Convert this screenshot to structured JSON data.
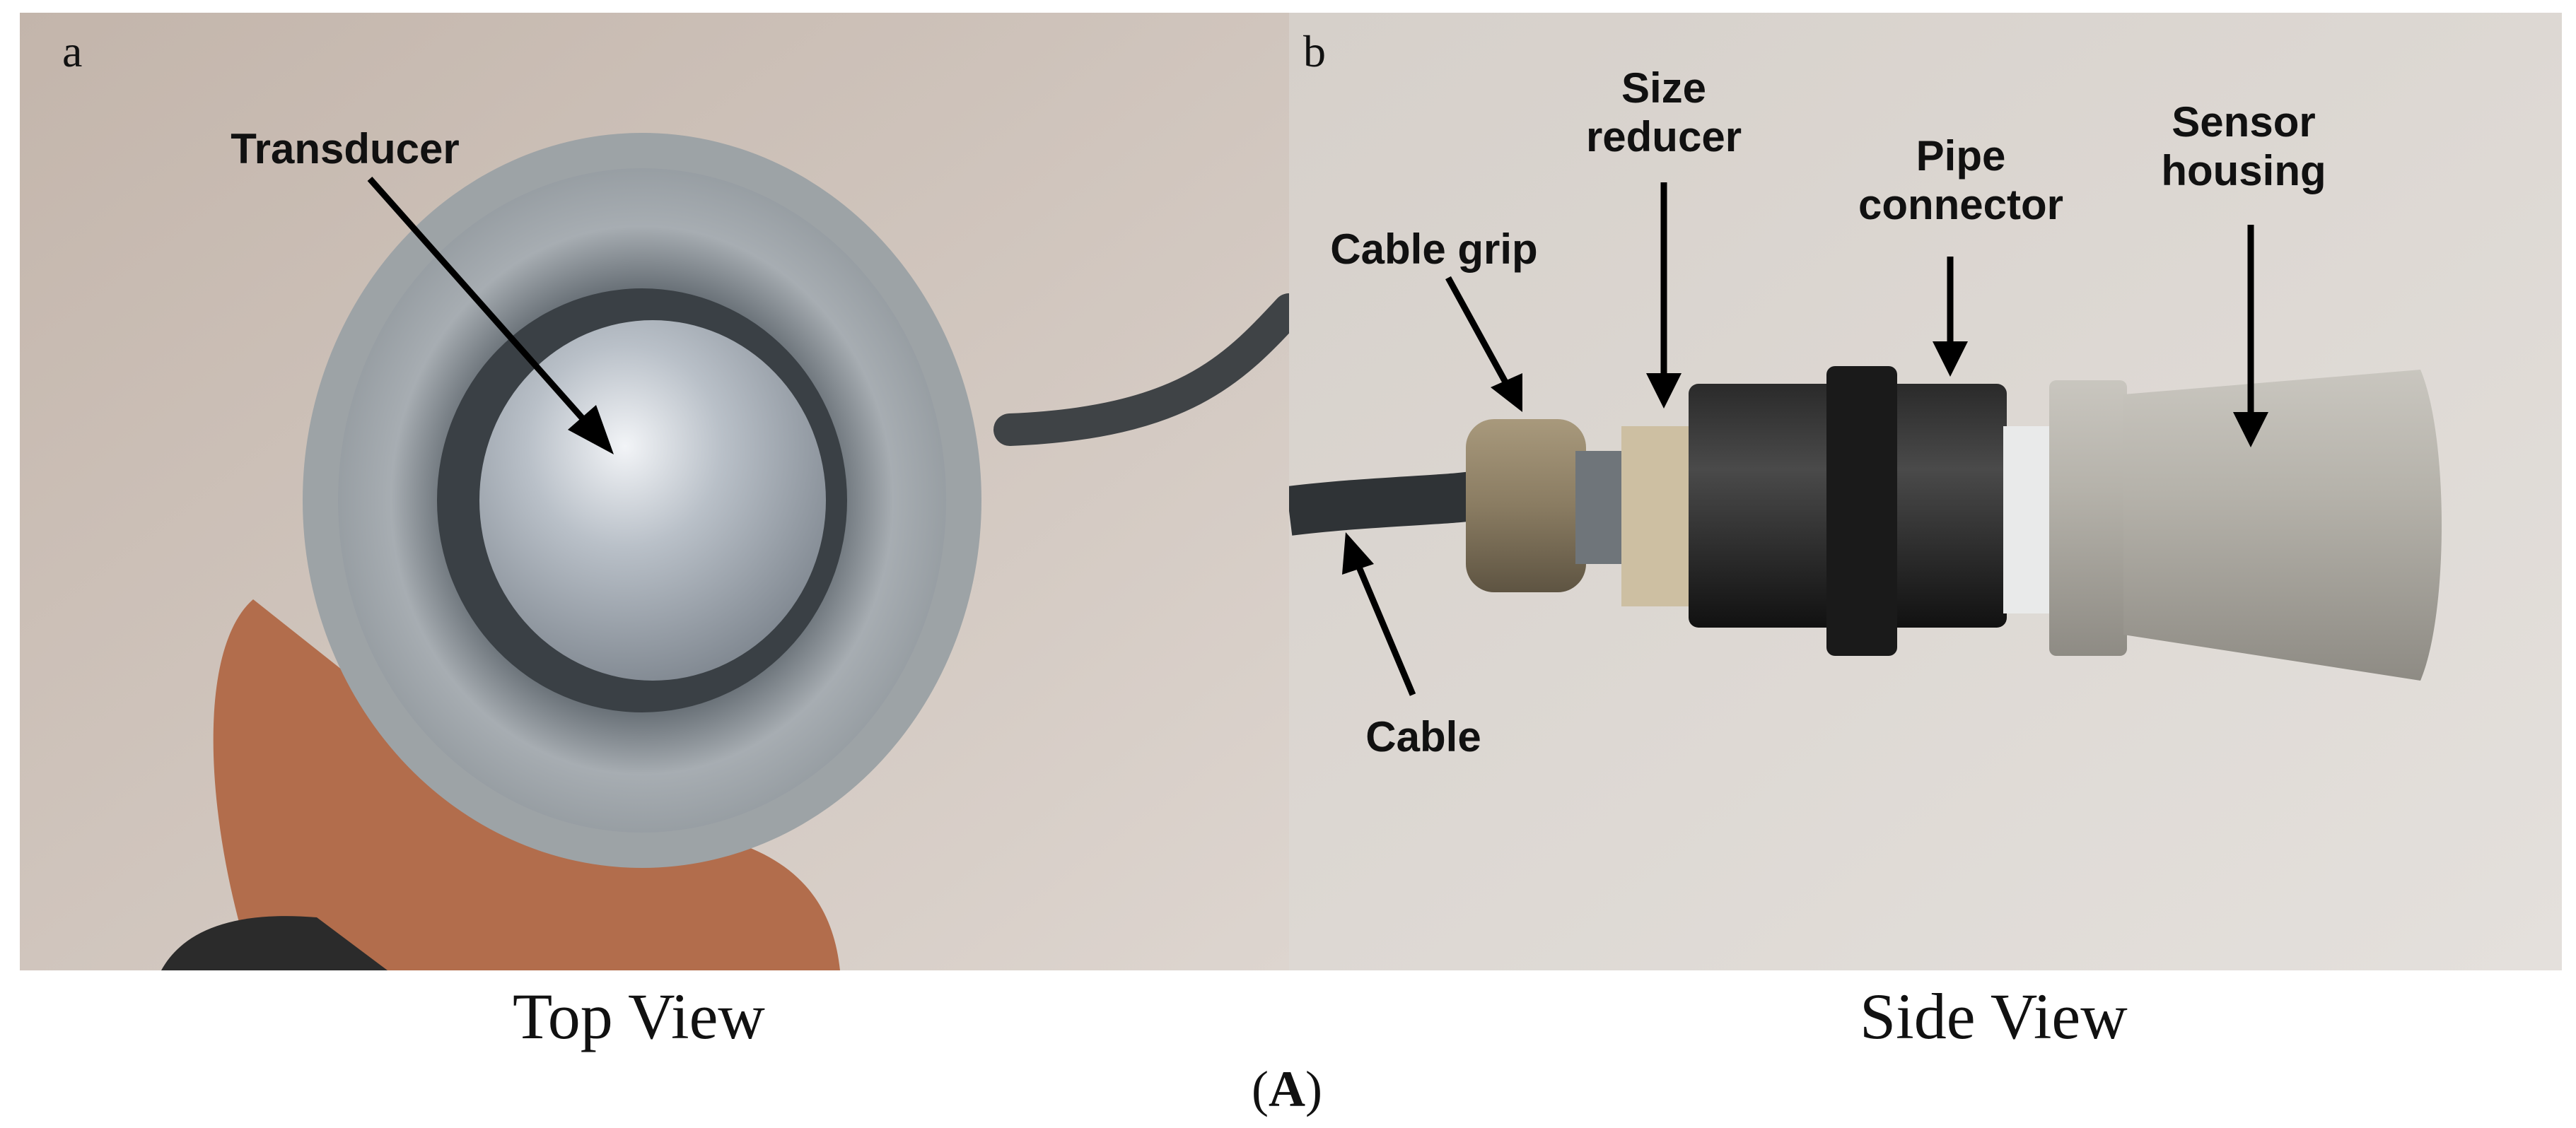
{
  "panels": {
    "a": {
      "letter": "a",
      "callouts": {
        "transducer": "Transducer"
      },
      "caption": "Top View"
    },
    "b": {
      "letter": "b",
      "callouts": {
        "size_reducer": "Size\nreducer",
        "pipe_connector": "Pipe\nconnector",
        "sensor_housing": "Sensor\nhousing",
        "cable_grip": "Cable grip",
        "cable": "Cable"
      },
      "caption": "Side View"
    }
  },
  "figure_label": {
    "open": "(",
    "letter": "A",
    "close": ")"
  }
}
